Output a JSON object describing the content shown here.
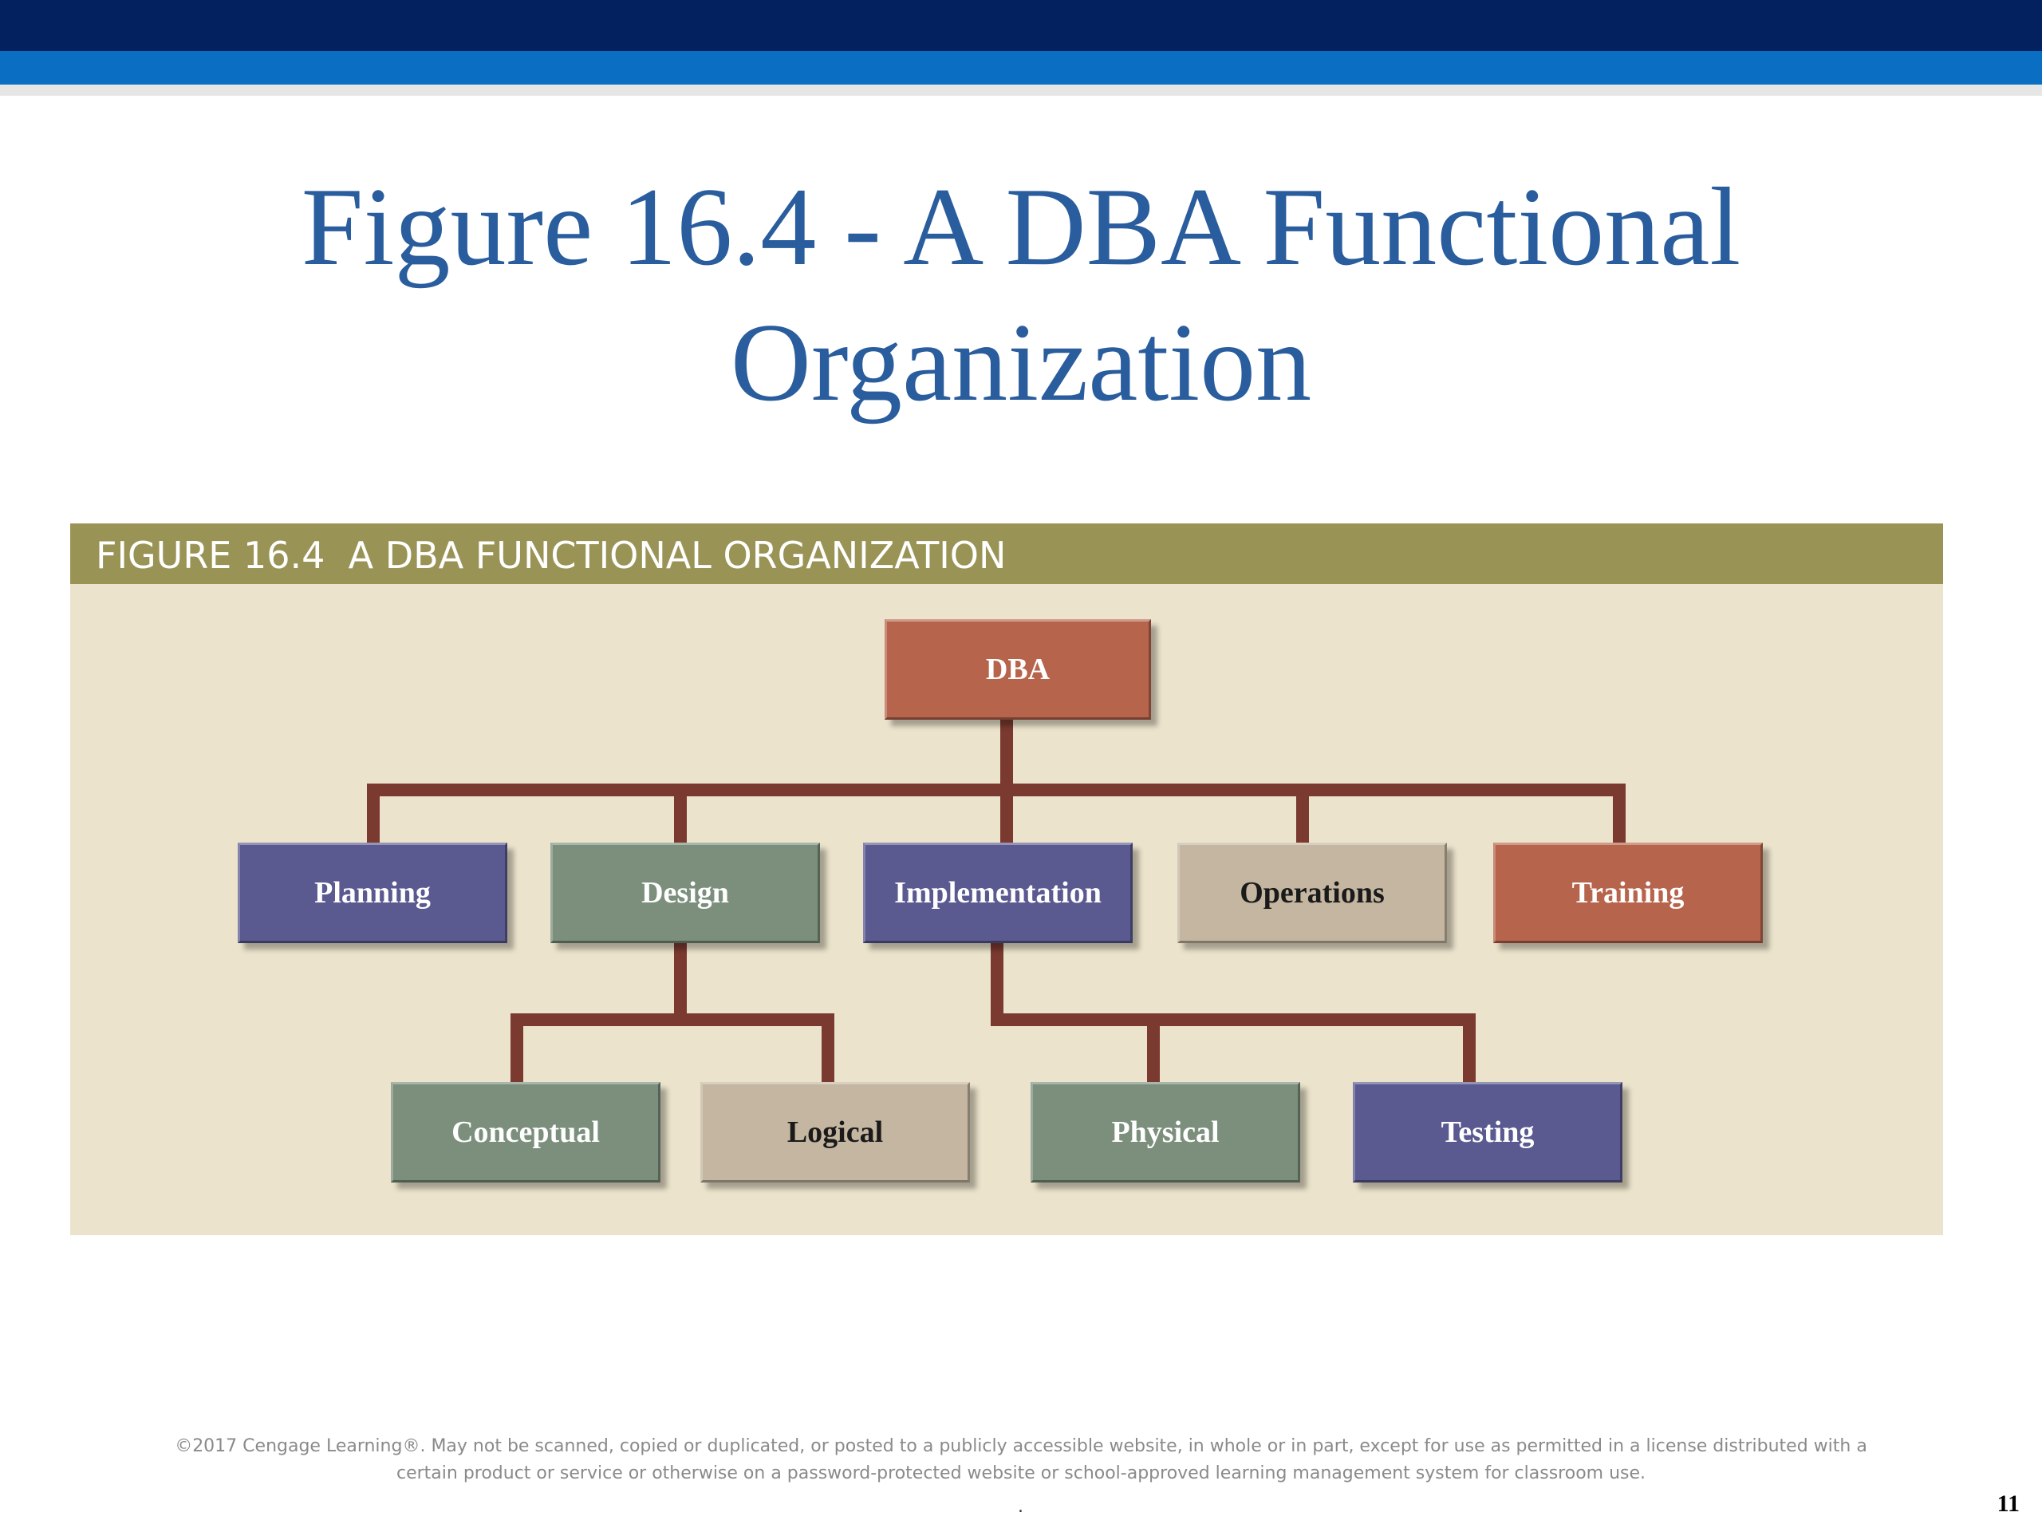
{
  "title": {
    "line1": "Figure 16.4 - A DBA Functional",
    "line2": "Organization"
  },
  "figure": {
    "caption": "FIGURE 16.4  A DBA FUNCTIONAL ORGANIZATION"
  },
  "colors": {
    "band_dark": "#04215f",
    "band_blue": "#0a6fc3",
    "title_blue": "#2a5d9d",
    "panel_bg": "#ebe3cb",
    "caption_bar": "#9a9356",
    "connector": "#7a3a30",
    "node_red": "#b7644d",
    "node_purple": "#5a5a91",
    "node_green": "#7b8f7c",
    "node_tan": "#c4b6a0"
  },
  "nodes": {
    "dba": {
      "label": "DBA",
      "color": "#b7644d",
      "text_color": "#ffffff"
    },
    "planning": {
      "label": "Planning",
      "color": "#5a5a91",
      "text_color": "#ffffff"
    },
    "design": {
      "label": "Design",
      "color": "#7b8f7c",
      "text_color": "#ffffff"
    },
    "implementation": {
      "label": "Implementation",
      "color": "#5a5a91",
      "text_color": "#ffffff"
    },
    "operations": {
      "label": "Operations",
      "color": "#c4b6a0",
      "text_color": "#1a1a1a"
    },
    "training": {
      "label": "Training",
      "color": "#b7644d",
      "text_color": "#ffffff"
    },
    "conceptual": {
      "label": "Conceptual",
      "color": "#7b8f7c",
      "text_color": "#ffffff"
    },
    "logical": {
      "label": "Logical",
      "color": "#c4b6a0",
      "text_color": "#1a1a1a"
    },
    "physical": {
      "label": "Physical",
      "color": "#7b8f7c",
      "text_color": "#ffffff"
    },
    "testing": {
      "label": "Testing",
      "color": "#5a5a91",
      "text_color": "#ffffff"
    }
  },
  "hierarchy": {
    "DBA": [
      "Planning",
      "Design",
      "Implementation",
      "Operations",
      "Training"
    ],
    "Design": [
      "Conceptual",
      "Logical"
    ],
    "Implementation": [
      "Physical",
      "Testing"
    ]
  },
  "footer": {
    "line1": "©2017 Cengage Learning®. May not be scanned, copied or duplicated, or posted to a publicly accessible website, in whole or in part, except for use as permitted in a license distributed with a",
    "line2": "certain product or service or otherwise on a password-protected website or school-approved learning management system for classroom use.",
    "dot": "."
  },
  "slide_number": "11"
}
